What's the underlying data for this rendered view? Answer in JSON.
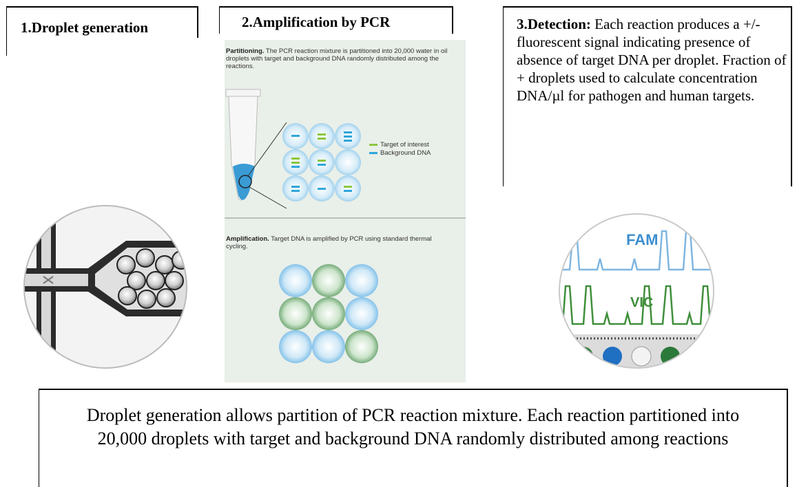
{
  "steps": {
    "step1": {
      "title": "1.Droplet generation"
    },
    "step2": {
      "title": "2.Amplification by PCR"
    },
    "step3": {
      "title": "3.Detection:",
      "description": "Each reaction produces a +/- fluorescent signal indicating presence of absence of target DNA per droplet. Fraction of + droplets used to calculate concentration DNA/µl for pathogen and human targets."
    }
  },
  "pcr_panel": {
    "partitioning": {
      "heading": "Partitioning.",
      "text": "The PCR reaction mixture is partitioned into 20,000 water in oil droplets with target and background DNA randomly distributed among the reactions."
    },
    "legend": {
      "target": "Target of interest",
      "background": "Background DNA"
    },
    "amplification": {
      "heading": "Amplification.",
      "text": "Target DNA is amplified by PCR using standard thermal cycling."
    }
  },
  "detection_image": {
    "fam_label": "FAM",
    "vic_label": "VIC"
  },
  "summary": {
    "text": "Droplet generation allows partition of PCR reaction mixture. Each reaction partitioned into 20,000 droplets with target and background DNA randomly distributed among reactions"
  },
  "colors": {
    "target_green": "#8cc63f",
    "background_blue": "#2fa6d9",
    "fam_line": "#7fb6e0",
    "vic_line": "#3f8f3a",
    "panel_bg": "#e9efe9"
  }
}
